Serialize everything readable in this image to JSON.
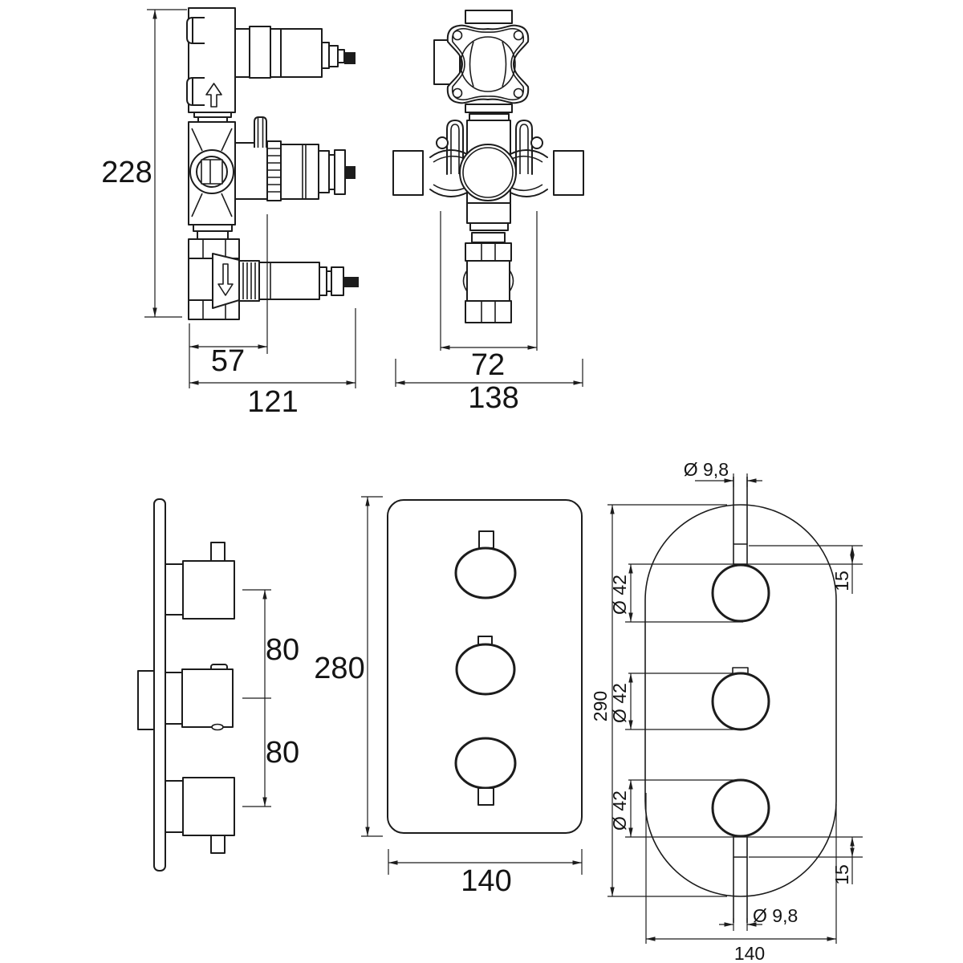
{
  "drawing": {
    "background": "#ffffff",
    "line_color": "#1c1c1c",
    "views": {
      "valve_side": {
        "height": "228",
        "width_to_center": "57",
        "width_total": "121"
      },
      "valve_front": {
        "width_body": "72",
        "width_total": "138"
      },
      "trim_side": {
        "spacing_upper": "80",
        "spacing_lower": "80"
      },
      "plate_front": {
        "height": "280",
        "width": "140"
      },
      "plate_rear": {
        "stem_top_diameter": "Ø 9,8",
        "stem_top_engagement": "15",
        "knob_top_diameter": "Ø 42",
        "knob_middle_diameter": "Ø 42",
        "knob_bottom_diameter": "Ø 42",
        "height": "290",
        "stem_bottom_engagement": "15",
        "stem_bottom_diameter": "Ø 9,8",
        "width": "140"
      }
    }
  }
}
